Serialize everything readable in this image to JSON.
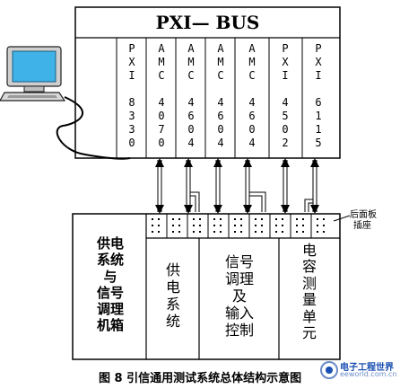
{
  "bus": {
    "title": "PXI— BUS"
  },
  "slots": [
    {
      "chars": [
        "P",
        "X",
        "I",
        "",
        "8",
        "3",
        "3",
        "0"
      ]
    },
    {
      "chars": [
        "A",
        "M",
        "C",
        "",
        "4",
        "0",
        "7",
        "0"
      ]
    },
    {
      "chars": [
        "A",
        "M",
        "C",
        "",
        "4",
        "6",
        "0",
        "4"
      ]
    },
    {
      "chars": [
        "A",
        "M",
        "C",
        "",
        "4",
        "6",
        "0",
        "4"
      ]
    },
    {
      "chars": [
        "A",
        "M",
        "C",
        "",
        "4",
        "6",
        "0",
        "4"
      ]
    },
    {
      "chars": [
        "P",
        "X",
        "I",
        "",
        "4",
        "5",
        "0",
        "2"
      ]
    },
    {
      "chars": [
        "P",
        "X",
        "I",
        "",
        "6",
        "1",
        "1",
        "5"
      ]
    }
  ],
  "cabinet": {
    "title_lines": [
      "供电",
      "系统",
      "与",
      "信号",
      "调理",
      "机箱"
    ],
    "sections": [
      {
        "lines": [
          "供",
          "电",
          "系",
          "统"
        ]
      },
      {
        "lines": [
          "信号",
          "调理",
          "及",
          "输入",
          "控制"
        ]
      },
      {
        "lines": [
          "电",
          "容",
          "测",
          "量",
          "单",
          "元"
        ]
      }
    ],
    "rear_panel_note": [
      "后面板",
      "插座"
    ]
  },
  "caption": "图 8  引信通用测试系统总体结构示意图",
  "watermark": {
    "brand": "电子工程世界",
    "site": "eeworld.com.cn"
  },
  "colors": {
    "line": "#000000",
    "monitor_screen": "#3fb3e8",
    "computer_body": "#d8d8d8"
  }
}
